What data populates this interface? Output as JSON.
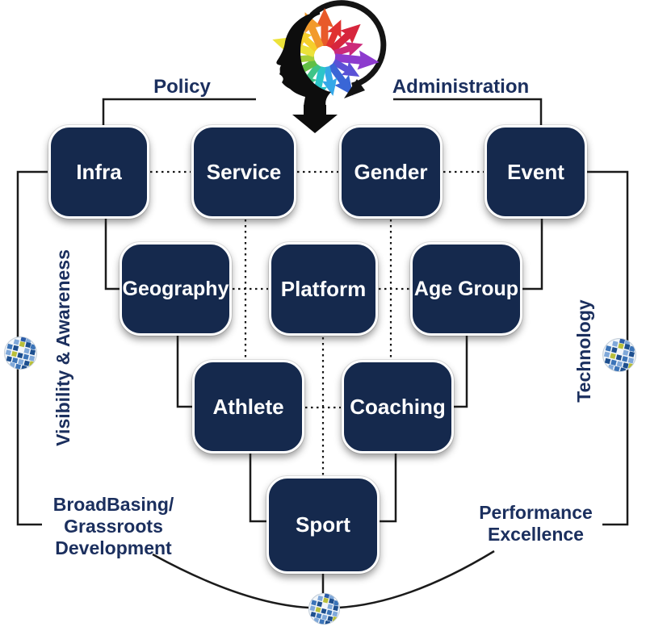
{
  "theme": {
    "background": "#ffffff",
    "box_color": "#15294d",
    "box_text_color": "#ffffff",
    "label_color": "#1b2f5e",
    "line_color": "#1b1b1b"
  },
  "nodes": [
    {
      "label": "Infra"
    },
    {
      "label": "Service"
    },
    {
      "label": "Gender"
    },
    {
      "label": "Event"
    },
    {
      "label": "Geography"
    },
    {
      "label": "Platform"
    },
    {
      "label": "Age Group"
    },
    {
      "label": "Athlete"
    },
    {
      "label": "Coaching"
    },
    {
      "label": "Sport"
    }
  ],
  "labels": {
    "policy": "Policy",
    "administration": "Administration",
    "visibility_awareness": "Visibility & Awareness",
    "technology": "Technology",
    "broadbasing_lines": [
      "BroadBasing/",
      "Grassroots",
      "Development"
    ],
    "performance_lines": [
      "Performance",
      "Excellence"
    ]
  },
  "icons": {
    "head": "idea-head-icon",
    "globes": [
      "globe-icon-left",
      "globe-icon-right",
      "globe-icon-bottom"
    ],
    "head_arrow_palette": [
      "#e85a2a",
      "#e03131",
      "#d7263d",
      "#cc2a7a",
      "#8d3bce",
      "#5a51d6",
      "#3a66d6",
      "#35a8e8",
      "#2cc5c9",
      "#3fc487",
      "#62bf45",
      "#a5cf3a",
      "#ece23a",
      "#f6cf2b",
      "#f29a2b"
    ],
    "globe_palette": [
      "#1d4f8f",
      "#3b74b8",
      "#7fa8d9",
      "#b9bf3a",
      "#2b5ca8"
    ]
  }
}
